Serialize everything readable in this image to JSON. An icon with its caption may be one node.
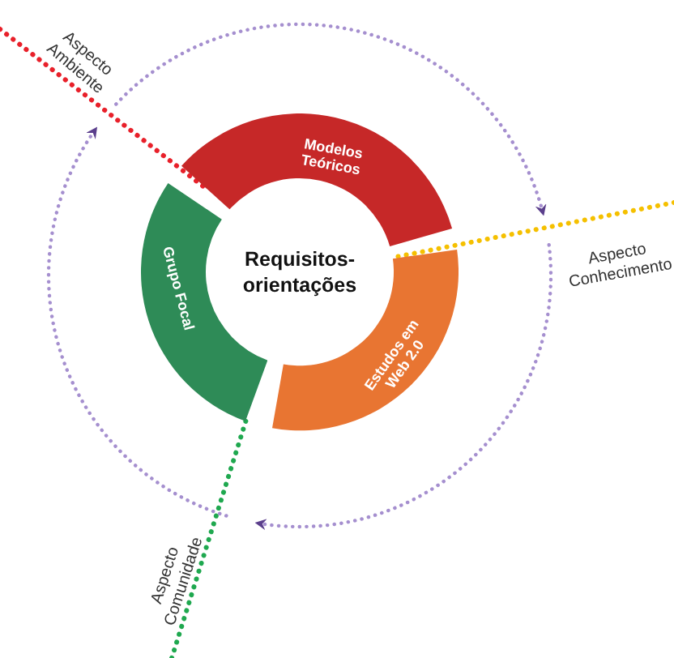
{
  "diagram": {
    "nodes": [
      {
        "text": [
          "Requisitos-orientações"
        ]
      },
      {
        "text": [
          "Modelos Teóricos"
        ]
      },
      {
        "text": [
          "Estudos em Web 2.0"
        ]
      },
      {
        "text": [
          "Grupo Focal"
        ]
      },
      {
        "text": [
          "Aspecto Ambiente"
        ]
      },
      {
        "text": [
          "Aspecto Conhecimento"
        ]
      },
      {
        "text": [
          "Aspecto Comunidade"
        ]
      }
    ],
    "edges": [
      {
        "from": 4,
        "to": 1,
        "arrow": "none",
        "color": "#e8202a"
      },
      {
        "from": 5,
        "to": 2,
        "arrow": "none",
        "color": "#f5c000"
      },
      {
        "from": 6,
        "to": 3,
        "arrow": "none",
        "color": "#1fa84f"
      },
      {
        "from": 6,
        "to": 4,
        "arrow": "to",
        "color": "#a58fcf"
      },
      {
        "from": 4,
        "to": 5,
        "arrow": "to",
        "color": "#a58fcf"
      },
      {
        "from": 5,
        "to": 6,
        "arrow": "to",
        "color": "#a58fcf"
      }
    ]
  }
}
